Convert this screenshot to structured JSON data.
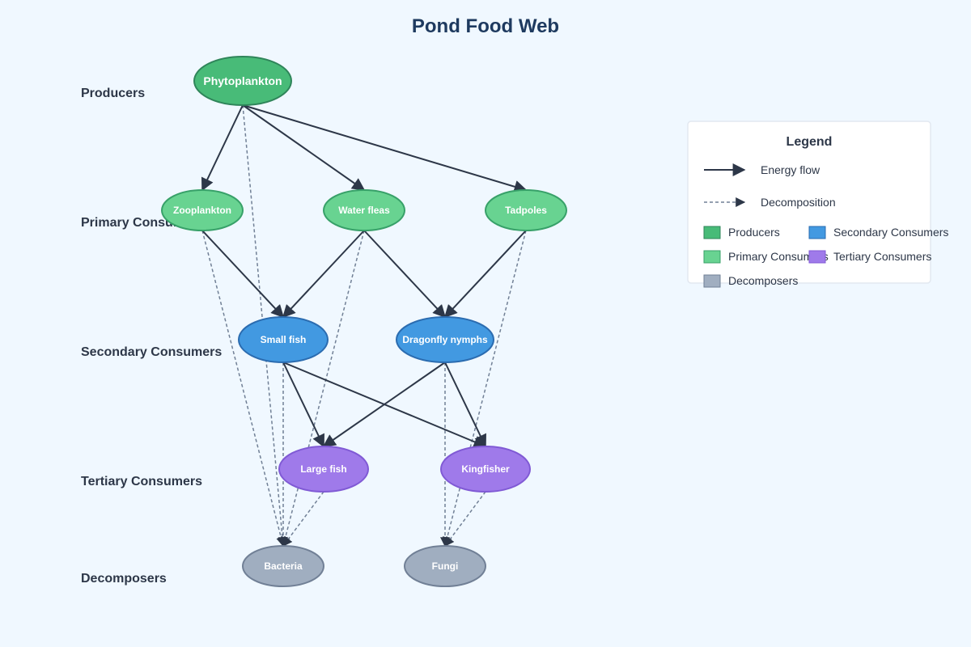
{
  "title": "Pond Food Web",
  "levels": [
    "Producers",
    "Primary Consumers",
    "Secondary Consumers",
    "Tertiary Consumers",
    "Decomposers"
  ],
  "nodes": [
    {
      "id": "phytoplankton",
      "label": "Phytoplankton",
      "level": "producer"
    },
    {
      "id": "zooplankton",
      "label": "Zooplankton",
      "level": "primary"
    },
    {
      "id": "water-fleas",
      "label": "Water fleas",
      "level": "primary"
    },
    {
      "id": "tadpoles",
      "label": "Tadpoles",
      "level": "primary"
    },
    {
      "id": "small-fish",
      "label": "Small fish",
      "level": "secondary"
    },
    {
      "id": "dragonfly-nymphs",
      "label": "Dragonfly nymphs",
      "level": "secondary"
    },
    {
      "id": "large-fish",
      "label": "Large fish",
      "level": "tertiary"
    },
    {
      "id": "kingfisher",
      "label": "Kingfisher",
      "level": "tertiary"
    },
    {
      "id": "bacteria",
      "label": "Bacteria",
      "level": "decomposer"
    },
    {
      "id": "fungi",
      "label": "Fungi",
      "level": "decomposer"
    }
  ],
  "energy_flows": [
    [
      "phytoplankton",
      "zooplankton"
    ],
    [
      "phytoplankton",
      "water-fleas"
    ],
    [
      "phytoplankton",
      "tadpoles"
    ],
    [
      "zooplankton",
      "small-fish"
    ],
    [
      "water-fleas",
      "small-fish"
    ],
    [
      "water-fleas",
      "dragonfly-nymphs"
    ],
    [
      "tadpoles",
      "dragonfly-nymphs"
    ],
    [
      "small-fish",
      "large-fish"
    ],
    [
      "small-fish",
      "kingfisher"
    ],
    [
      "dragonfly-nymphs",
      "large-fish"
    ],
    [
      "dragonfly-nymphs",
      "kingfisher"
    ]
  ],
  "decomposition_flows": [
    [
      "phytoplankton",
      "bacteria"
    ],
    [
      "zooplankton",
      "bacteria"
    ],
    [
      "water-fleas",
      "bacteria"
    ],
    [
      "small-fish",
      "bacteria"
    ],
    [
      "large-fish",
      "bacteria"
    ],
    [
      "tadpoles",
      "fungi"
    ],
    [
      "dragonfly-nymphs",
      "fungi"
    ],
    [
      "kingfisher",
      "fungi"
    ]
  ],
  "legend": {
    "title": "Legend",
    "energy_flow": "Energy flow",
    "decomposition": "Decomposition",
    "producers": "Producers",
    "primary": "Primary Consumers",
    "secondary": "Secondary Consumers",
    "tertiary": "Tertiary Consumers",
    "decomposers": "Decomposers"
  },
  "colors": {
    "background": "#f0f8ff",
    "producer": "#48bb78",
    "producer_stroke": "#2f855a",
    "primary": "#68d391",
    "primary_stroke": "#38a169",
    "secondary": "#4299e1",
    "secondary_stroke": "#2b6cb0",
    "tertiary": "#9f7aea",
    "tertiary_stroke": "#805ad5",
    "decomposer": "#a0aec0",
    "decomposer_stroke": "#718096",
    "arrow": "#2d3748",
    "dashed": "#718096"
  }
}
